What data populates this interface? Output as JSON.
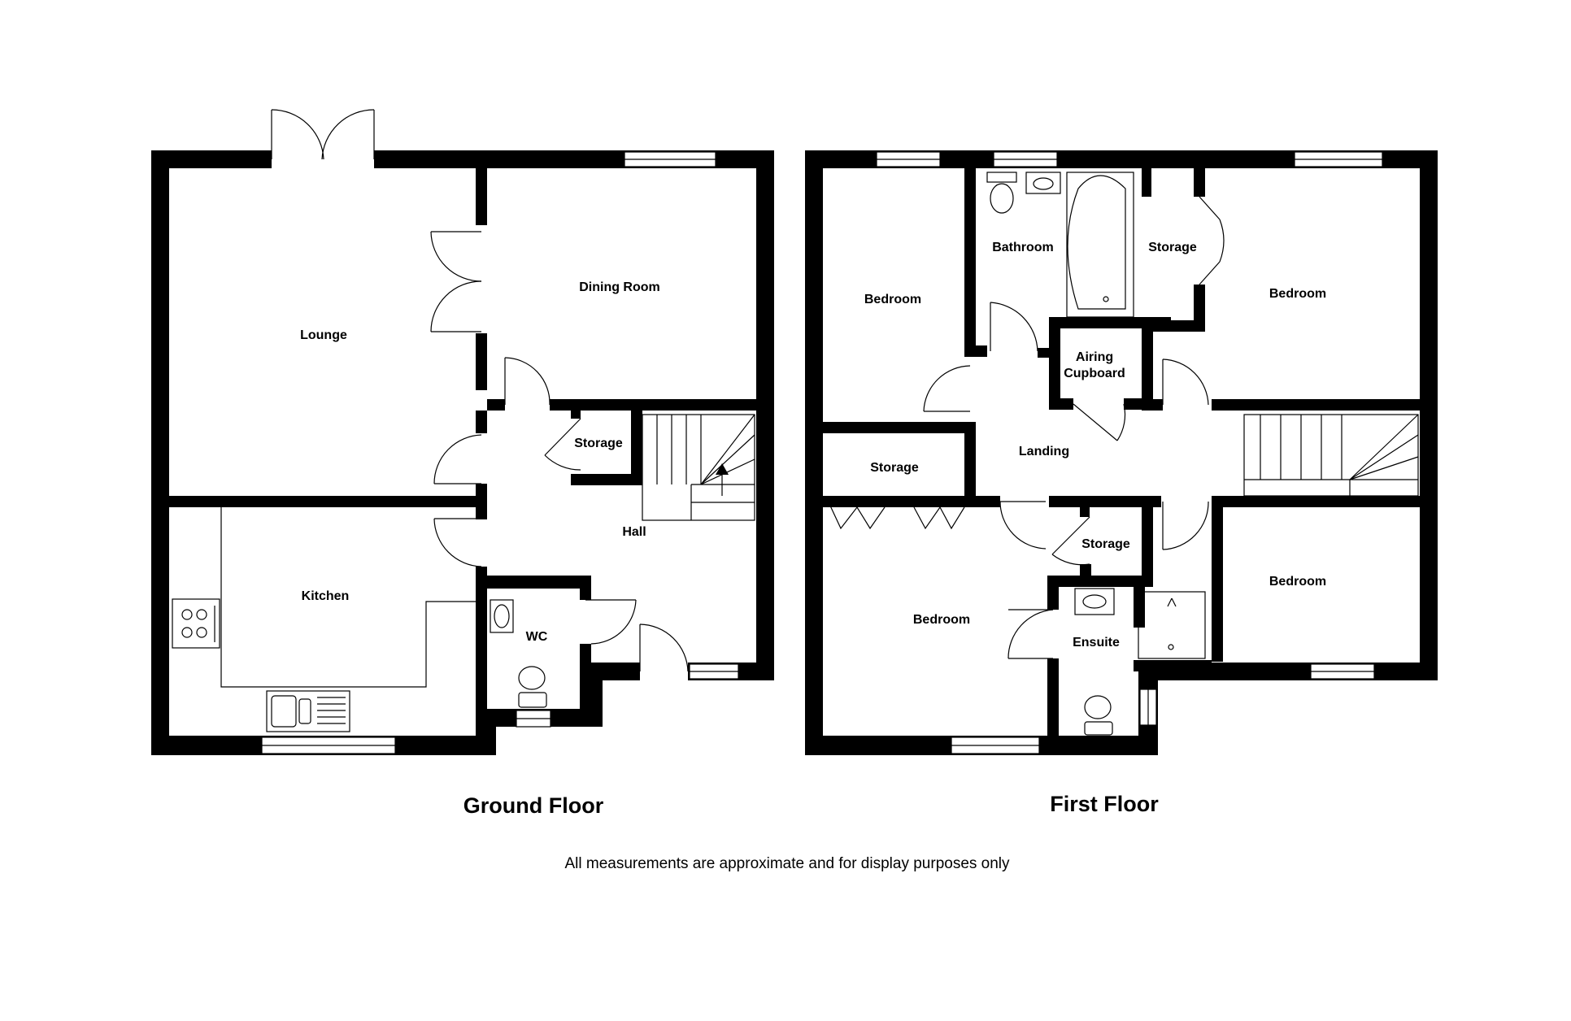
{
  "ground_floor": {
    "title": "Ground Floor",
    "rooms": {
      "lounge": "Lounge",
      "dining": "Dining Room",
      "kitchen": "Kitchen",
      "hall": "Hall",
      "storage": "Storage",
      "wc": "WC"
    }
  },
  "first_floor": {
    "title": "First Floor",
    "rooms": {
      "bedroom_left": "Bedroom",
      "bathroom": "Bathroom",
      "storage_top": "Storage",
      "bedroom_right": "Bedroom",
      "airing": [
        "Airing",
        "Cupboard"
      ],
      "landing": "Landing",
      "storage_left": "Storage",
      "storage_mid": "Storage",
      "bedroom_bottom_left": "Bedroom",
      "ensuite": "Ensuite",
      "bedroom_bottom_right": "Bedroom"
    }
  },
  "disclaimer": "All measurements are approximate and for display purposes only"
}
